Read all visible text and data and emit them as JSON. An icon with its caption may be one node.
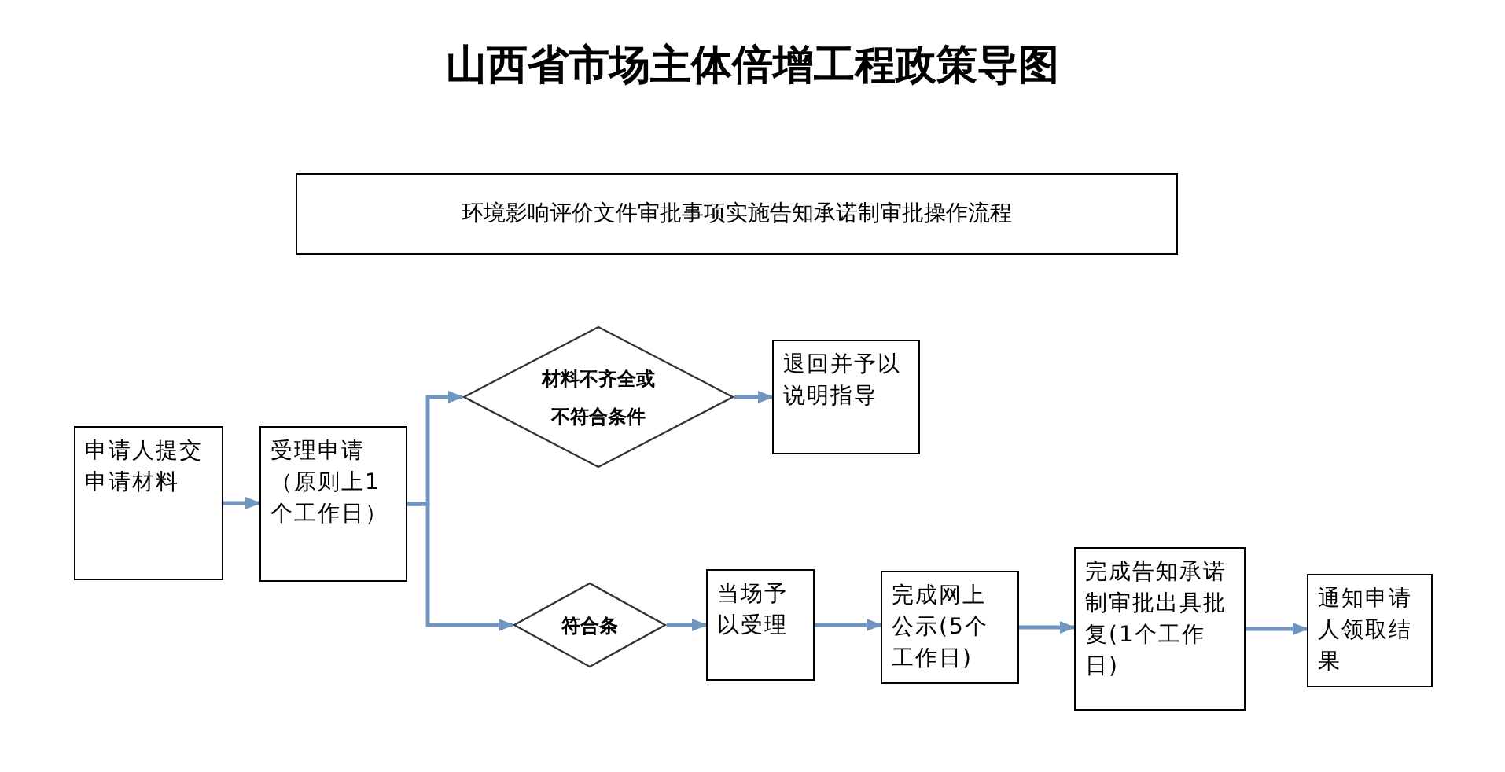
{
  "diagram": {
    "title": "山西省市场主体倍增工程政策导图",
    "nodes": [
      {
        "text": [
          "环境影响评价文件审批事项实施告知承诺制审批操作流程"
        ]
      },
      {
        "text": [
          "申请人提交申请材料"
        ]
      },
      {
        "text": [
          "受理申请（原则上1个工作日）"
        ]
      },
      {
        "text": [
          "材料不齐全或不符合条件"
        ]
      },
      {
        "text": [
          "退回并予以说明指导"
        ]
      },
      {
        "text": [
          "符合条"
        ]
      },
      {
        "text": [
          "当场予以受理"
        ]
      },
      {
        "text": [
          "完成网上公示(5个工作日)"
        ]
      },
      {
        "text": [
          "完成告知承诺制审批出具批复(1个工作日)"
        ]
      },
      {
        "text": [
          "通知申请人领取结果"
        ]
      }
    ],
    "edges": [
      {
        "from": 1,
        "to": 2,
        "arrow": "to"
      },
      {
        "from": 2,
        "to": 3,
        "arrow": "to"
      },
      {
        "from": 2,
        "to": 5,
        "arrow": "to"
      },
      {
        "from": 3,
        "to": 4,
        "arrow": "to"
      },
      {
        "from": 5,
        "to": 6,
        "arrow": "to"
      },
      {
        "from": 6,
        "to": 7,
        "arrow": "to"
      },
      {
        "from": 7,
        "to": 8,
        "arrow": "to"
      },
      {
        "from": 8,
        "to": 9,
        "arrow": "to"
      }
    ]
  }
}
